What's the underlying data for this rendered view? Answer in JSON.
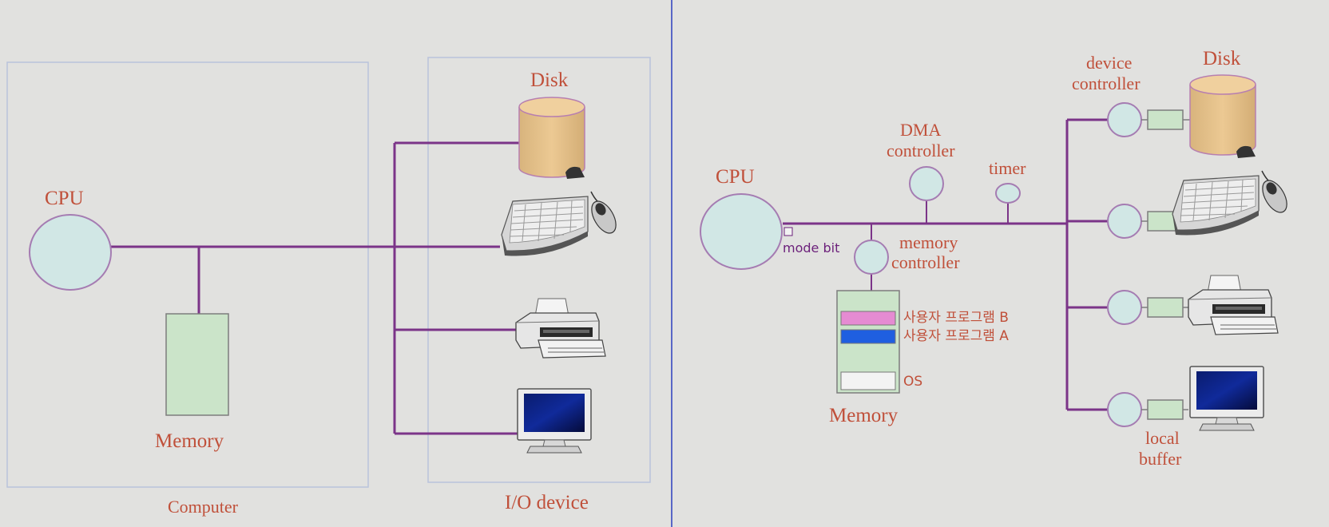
{
  "left_panel": {
    "cpu_label": "CPU",
    "memory_label": "Memory",
    "disk_label": "Disk",
    "computer_label": "Computer",
    "io_device_label": "I/O device"
  },
  "right_panel": {
    "cpu_label": "CPU",
    "mode_bit_label": "mode bit",
    "dma_label_line1": "DMA",
    "dma_label_line2": "controller",
    "timer_label": "timer",
    "memory_controller_line1": "memory",
    "memory_controller_line2": "controller",
    "memory_label": "Memory",
    "user_program_b": "사용자 프로그램 B",
    "user_program_a": "사용자 프로그램 A",
    "os_label": "OS",
    "device_controller_line1": "device",
    "device_controller_line2": "controller",
    "disk_label": "Disk",
    "local_buffer_line1": "local",
    "local_buffer_line2": "buffer"
  },
  "colors": {
    "bus": "#7b3488",
    "label": "#c0503a",
    "cpu_fill": "#d1e7e5",
    "memory_fill": "#cbe4c9",
    "disk_fill": "#e3c18f",
    "program_b": "#e58bd2",
    "program_a": "#1f5fe0",
    "divider": "#2c3fbf"
  },
  "icons": [
    "disk-icon",
    "keyboard-icon",
    "mouse-icon",
    "printer-icon",
    "monitor-icon"
  ]
}
